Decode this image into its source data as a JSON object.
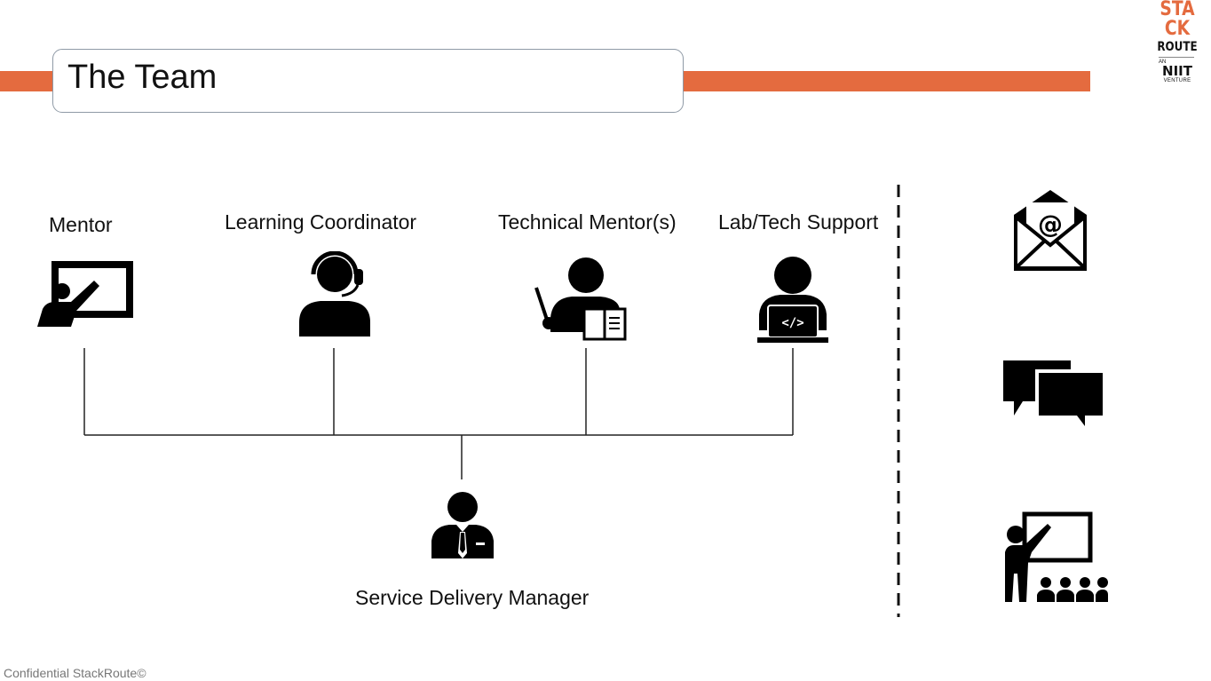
{
  "slide": {
    "title": "The Team",
    "footer": "Confidential StackRoute©"
  },
  "logo": {
    "top_line": "STA",
    "mark": "CK",
    "route": "ROUTE",
    "an": "AN",
    "niit": "NIIT",
    "venture": "VENTURE"
  },
  "roles": [
    {
      "label": "Mentor",
      "icon": "presentation-screen-icon"
    },
    {
      "label": "Learning Coordinator",
      "icon": "headset-person-icon"
    },
    {
      "label": "Technical Mentor(s)",
      "icon": "teacher-pointer-book-icon"
    },
    {
      "label": "Lab/Tech Support",
      "icon": "person-laptop-code-icon"
    }
  ],
  "manager": {
    "label": "Service Delivery Manager",
    "icon": "businessman-icon"
  },
  "channels": [
    {
      "icon": "email-envelope-icon"
    },
    {
      "icon": "chat-bubbles-icon"
    },
    {
      "icon": "classroom-teacher-icon"
    }
  ],
  "colors": {
    "accent_orange": "#e46b3f",
    "title_border": "#8f9aa6",
    "footer_text": "#777777"
  }
}
